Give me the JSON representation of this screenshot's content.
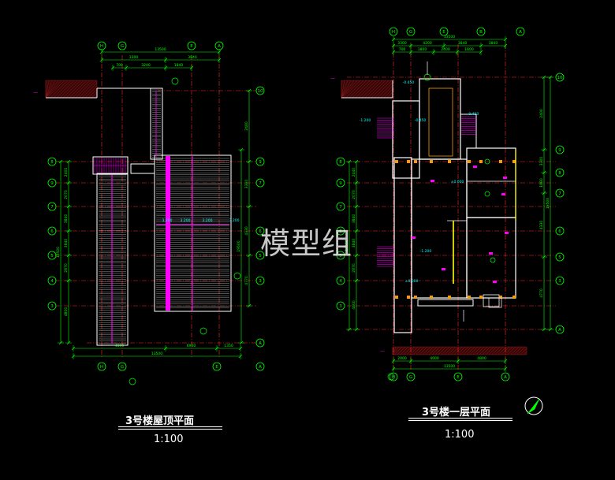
{
  "drawings": {
    "roof": {
      "title": "3号楼屋顶平面",
      "scale": "1:100",
      "top_dims_row1": [
        "13500"
      ],
      "top_dims_row2": [
        "3300",
        "3840"
      ],
      "top_dims_row3": [
        "700",
        "3240",
        "1840"
      ],
      "bottom_dims_row1": [
        "4800",
        "6900",
        "1350"
      ],
      "bottom_dims_row2": [
        "13500"
      ],
      "left_dims": [
        "2400",
        "2070",
        "3840",
        "3840",
        "2870",
        "4800"
      ],
      "left_total": "19500",
      "right_dims": [
        "2400",
        "3300",
        "4330",
        "4770"
      ],
      "right_total": "19500",
      "grid_top": [
        "H",
        "G",
        "E",
        "A"
      ],
      "grid_bottom": [
        "H",
        "G",
        "E",
        "A"
      ],
      "grid_left": [
        "8",
        "9",
        "7",
        "6",
        "5",
        "4",
        "3"
      ],
      "grid_right": [
        "10",
        "9",
        "7",
        "6",
        "5",
        "3"
      ],
      "level_labels": [
        "3.200",
        "3.200",
        "3.200",
        "3.200"
      ]
    },
    "floor1": {
      "title": "3号楼一层平面",
      "scale": "1:100",
      "top_dims_row1": [
        "13500"
      ],
      "top_dims_row2": [
        "3300",
        "4200",
        "3840",
        "3840"
      ],
      "top_dims_row3": [
        "700",
        "1800",
        "2400",
        "1600"
      ],
      "bottom_dims_row1": [
        "2000",
        "4000",
        "4800"
      ],
      "bottom_dims_row2": [
        "13500"
      ],
      "left_dims": [
        "2440",
        "2070",
        "3840",
        "3840",
        "2870",
        "4400"
      ],
      "left_total": "19500",
      "right_dims": [
        "2400",
        "3300",
        "1880",
        "4330",
        "4770"
      ],
      "right_total": "19500",
      "grid_top": [
        "H",
        "G",
        "E",
        "B",
        "A"
      ],
      "grid_bottom": [
        "H",
        "G",
        "E",
        "A"
      ],
      "grid_left": [
        "8",
        "9",
        "7",
        "6",
        "5",
        "4",
        "3"
      ],
      "grid_right": [
        "10",
        "9",
        "8",
        "7",
        "6",
        "5",
        "3"
      ],
      "level_labels": [
        "-0.450",
        "-1.200",
        "-0.450",
        "±0.000",
        "-0.450",
        "-1.200",
        "±0.000"
      ]
    }
  },
  "watermark": "模型组",
  "colors": {
    "background": "#000000",
    "wall": "#ffffff",
    "axis": "#ff2a2a",
    "dimension": "#00ff00",
    "grid_bubble": "#00ff00",
    "text_cyan": "#00ffff",
    "magenta": "#ff00ff",
    "yellow": "#ffff00",
    "brick": "#8b1a1a"
  },
  "icons": {
    "north_arrow": "north-arrow-icon"
  }
}
